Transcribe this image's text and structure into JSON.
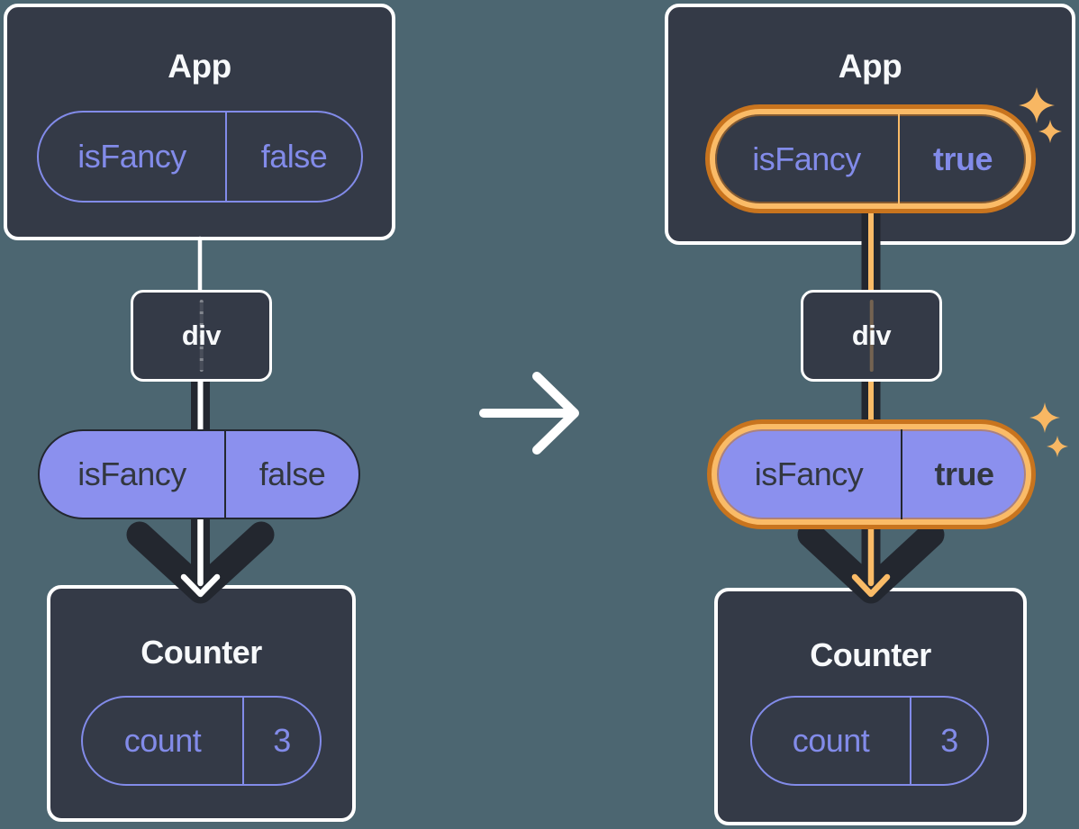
{
  "colors": {
    "background": "#4C6671",
    "box": "#343A47",
    "purple": "#828BE9",
    "purple_fill": "#8B90EE",
    "dark": "#23272F",
    "orange_dark": "#C8741E",
    "orange_light": "#FABB67",
    "sparkle": "#F8B763"
  },
  "before": {
    "app": {
      "title": "App",
      "prop_name": "isFancy",
      "prop_value": "false"
    },
    "div_label": "div",
    "passed_prop": {
      "name": "isFancy",
      "value": "false"
    },
    "counter": {
      "title": "Counter",
      "state_name": "count",
      "state_value": "3"
    }
  },
  "after": {
    "app": {
      "title": "App",
      "prop_name": "isFancy",
      "prop_value": "true"
    },
    "div_label": "div",
    "passed_prop": {
      "name": "isFancy",
      "value": "true"
    },
    "counter": {
      "title": "Counter",
      "state_name": "count",
      "state_value": "3"
    }
  }
}
